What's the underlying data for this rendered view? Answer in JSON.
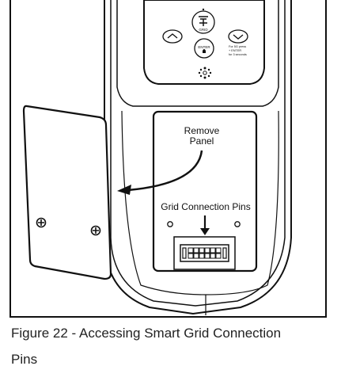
{
  "figure": {
    "callout_remove_panel_line1": "Remove",
    "callout_remove_panel_line2": "Panel",
    "callout_grid_pins": "Grid Connection Pins",
    "keypad": {
      "grid_label": "GRID",
      "enter_label": "ENTER",
      "hold_note_line1": "For 5G press",
      "hold_note_line2": "+ ENTER",
      "hold_note_line3": "for 3 seconds"
    }
  },
  "caption": {
    "line1": "Figure 22 - Accessing Smart Grid Connection",
    "line2": "Pins"
  }
}
